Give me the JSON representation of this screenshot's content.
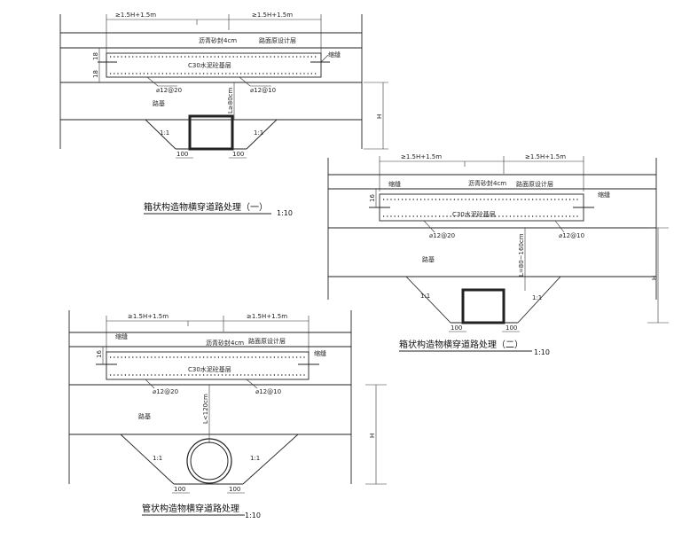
{
  "d1": {
    "dim_left": "≥1.5H+1.5m",
    "dim_right": "≥1.5H+1.5m",
    "label_seal": "沥青砂封4cm",
    "label_layer": "路面原设计层",
    "label_conc": "C30水泥砼基层",
    "label_sf": "缩缝",
    "label_rebar1": "⌀12@20",
    "label_rebar2": "⌀12@10",
    "label_h1": "18",
    "label_h2": "18",
    "label_l": "L≥80cm",
    "label_fill": "路基",
    "label_slope_l": "1:1",
    "label_slope_r": "1:1",
    "label_w_l": "100",
    "label_w_r": "100",
    "label_H": "H",
    "title": "箱状构造物横穿道路处理（一）",
    "scale": "1:10"
  },
  "d2": {
    "dim_left": "≥1.5H+1.5m",
    "dim_right": "≥1.5H+1.5m",
    "label_seal": "沥青砂封4cm",
    "label_layer": "路面原设计层",
    "label_conc": "C30水泥砼基层",
    "label_sf_l": "缩缝",
    "label_sf_r": "缩缝",
    "label_rebar1": "⌀12@20",
    "label_rebar2": "⌀12@10",
    "label_h": "16",
    "label_l": "L=80~160cm",
    "label_fill": "路基",
    "label_slope_l": "1:1",
    "label_slope_r": "1:1",
    "label_w_l": "100",
    "label_w_r": "100",
    "label_H": "H",
    "title": "箱状构造物横穿道路处理（二）",
    "scale": "1:10"
  },
  "d3": {
    "dim_left": "≥1.5H+1.5m",
    "dim_right": "≥1.5H+1.5m",
    "label_seal": "沥青砂封4cm",
    "label_layer": "路面原设计层",
    "label_conc": "C30水泥砼基层",
    "label_sf_l": "缩缝",
    "label_sf_r": "缩缝",
    "label_rebar1": "⌀12@20",
    "label_rebar2": "⌀12@10",
    "label_h": "16",
    "label_l": "L<120cm",
    "label_fill": "路基",
    "label_slope_l": "1:1",
    "label_slope_r": "1:1",
    "label_w_l": "100",
    "label_w_r": "100",
    "label_H": "H",
    "title": "管状构造物横穿道路处理",
    "scale": "1:10"
  }
}
